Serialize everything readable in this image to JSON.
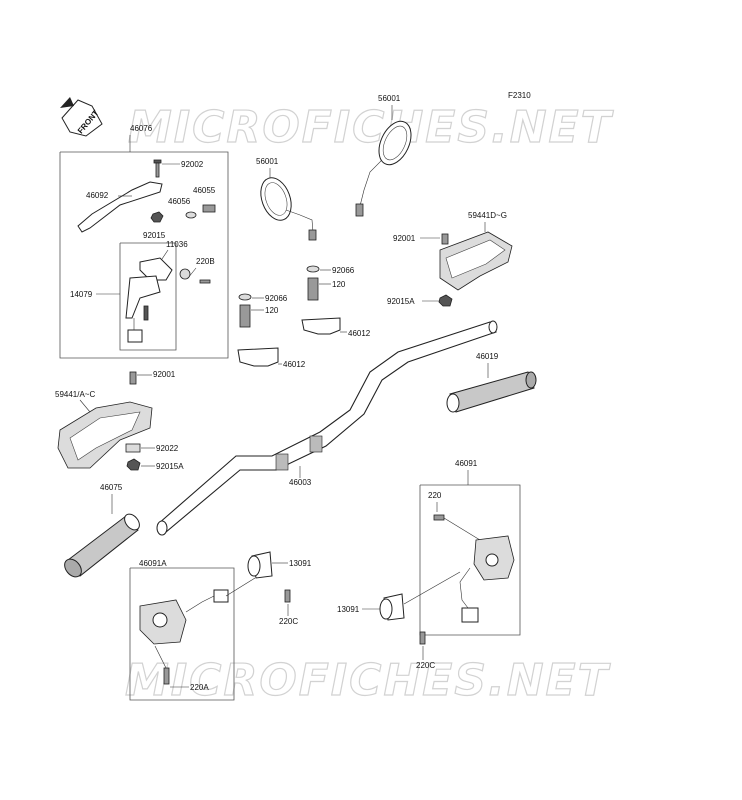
{
  "figure_code": "F2310",
  "watermark": "MICROFICHES.NET",
  "front_badge": "FRONT",
  "labels": {
    "l56001a": "56001",
    "l56001b": "56001",
    "l46076": "46076",
    "l92002": "92002",
    "l46092": "46092",
    "l46055": "46055",
    "l46056": "46056",
    "l92015": "92015",
    "l11036": "11036",
    "l220B": "220B",
    "l14079": "14079",
    "l92001a": "92001",
    "l59441DG": "59441D~G",
    "l92015Aa": "92015A",
    "l92066a": "92066",
    "l120a": "120",
    "l92066b": "92066",
    "l120b": "120",
    "l46012a": "46012",
    "l46012b": "46012",
    "l46019": "46019",
    "l92001b": "92001",
    "l59441AC": "59441/A~C",
    "l92022": "92022",
    "l92015Ab": "92015A",
    "l46003": "46003",
    "l46075": "46075",
    "l46091": "46091",
    "l220": "220",
    "l46091A": "46091A",
    "l13091a": "13091",
    "l13091b": "13091",
    "l220Ca": "220C",
    "l220Cb": "220C",
    "l220A": "220A"
  }
}
